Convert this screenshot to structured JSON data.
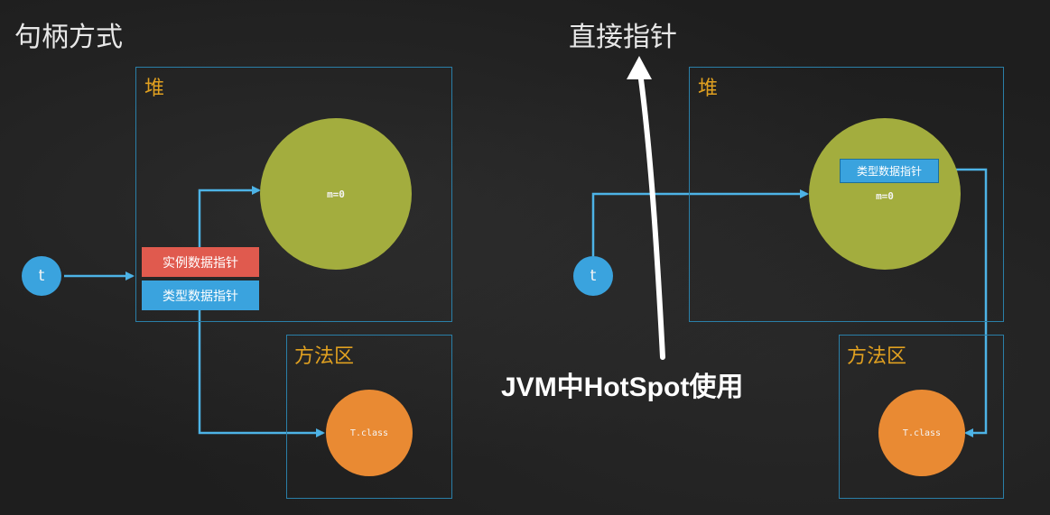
{
  "left": {
    "title": "句柄方式",
    "heap_label": "堆",
    "method_area_label": "方法区",
    "object_value": "m=0",
    "ref_label": "t",
    "instance_ptr": "实例数据指针",
    "type_ptr": "类型数据指针",
    "class_label": "T.class"
  },
  "right": {
    "title": "直接指针",
    "heap_label": "堆",
    "method_area_label": "方法区",
    "object_value": "m=0",
    "ref_label": "t",
    "type_ptr": "类型数据指针",
    "class_label": "T.class",
    "annotation": "JVM中HotSpot使用"
  },
  "colors": {
    "heap_object": "#a3ad3e",
    "reference": "#3aa3de",
    "instance_ptr": "#e05a4e",
    "type_ptr": "#3aa3de",
    "class_object": "#e98a33",
    "region_border": "#2a7fa8",
    "region_label": "#e0a020",
    "arrow": "#4db3e6"
  }
}
